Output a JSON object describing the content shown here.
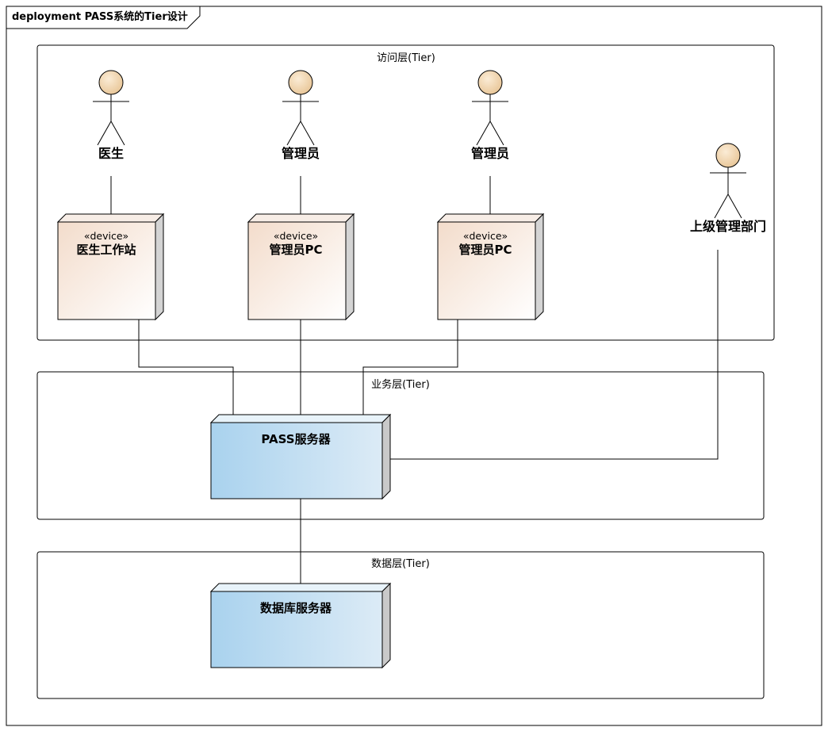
{
  "frame": {
    "title": "deployment PASS系统的Tier设计"
  },
  "tiers": {
    "access": "访问层(Tier)",
    "business": "业务层(Tier)",
    "data": "数据层(Tier)"
  },
  "actors": {
    "doctor": "医生",
    "admin1": "管理员",
    "admin2": "管理员",
    "superior": "上级管理部门"
  },
  "nodes": {
    "doctor_ws": {
      "stereotype": "«device»",
      "name": "医生工作站"
    },
    "admin_pc1": {
      "stereotype": "«device»",
      "name": "管理员PC"
    },
    "admin_pc2": {
      "stereotype": "«device»",
      "name": "管理员PC"
    },
    "pass_server": {
      "name": "PASS服务器"
    },
    "db_server": {
      "name": "数据库服务器"
    }
  },
  "colors": {
    "device_fill": "#f6e3d4",
    "server_fill": "#b7d9ef",
    "actor_head": "#f3d7ae",
    "node_side": "#d0d0d0"
  }
}
